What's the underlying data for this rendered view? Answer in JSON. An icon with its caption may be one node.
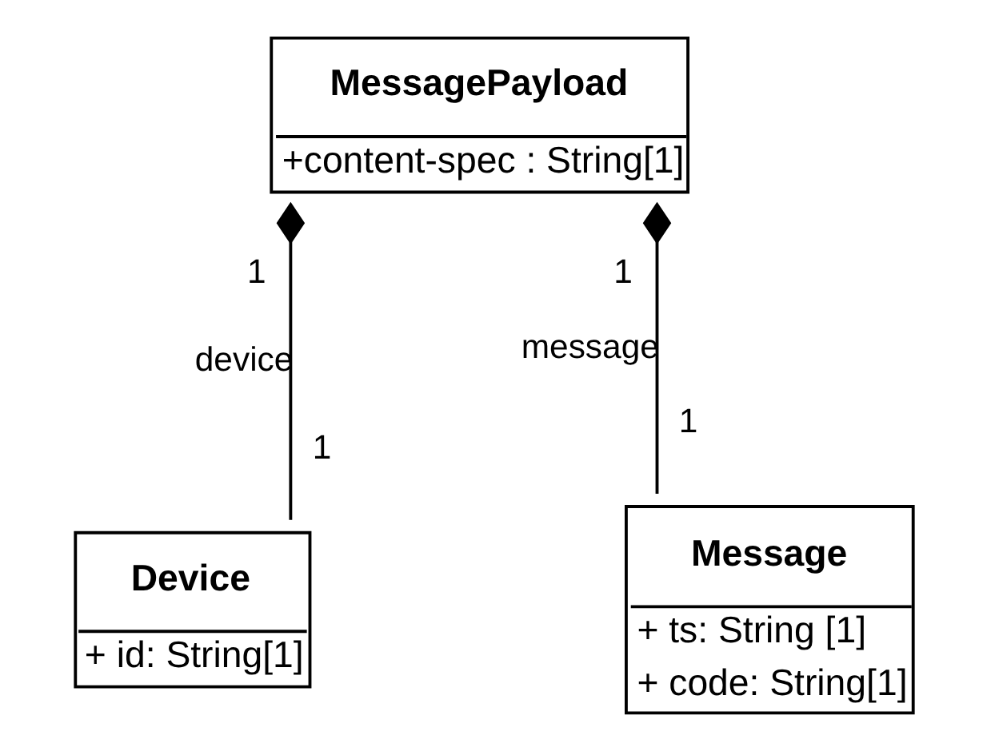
{
  "diagram": {
    "nodes": [
      {
        "text": [
          "MessagePayload",
          "+content-spec : String[1]"
        ]
      },
      {
        "text": [
          "Device",
          "+ id: String[1]"
        ]
      },
      {
        "text": [
          "Message",
          "+ ts: String [1]",
          "+ code: String[1]"
        ]
      }
    ],
    "edges": [
      {
        "from": 0,
        "to": 1,
        "arrow": "other",
        "label": "device"
      },
      {
        "from": 0,
        "to": 2,
        "arrow": "other",
        "label": "message"
      }
    ],
    "labels": [
      "1",
      "1",
      "1",
      "1"
    ]
  }
}
